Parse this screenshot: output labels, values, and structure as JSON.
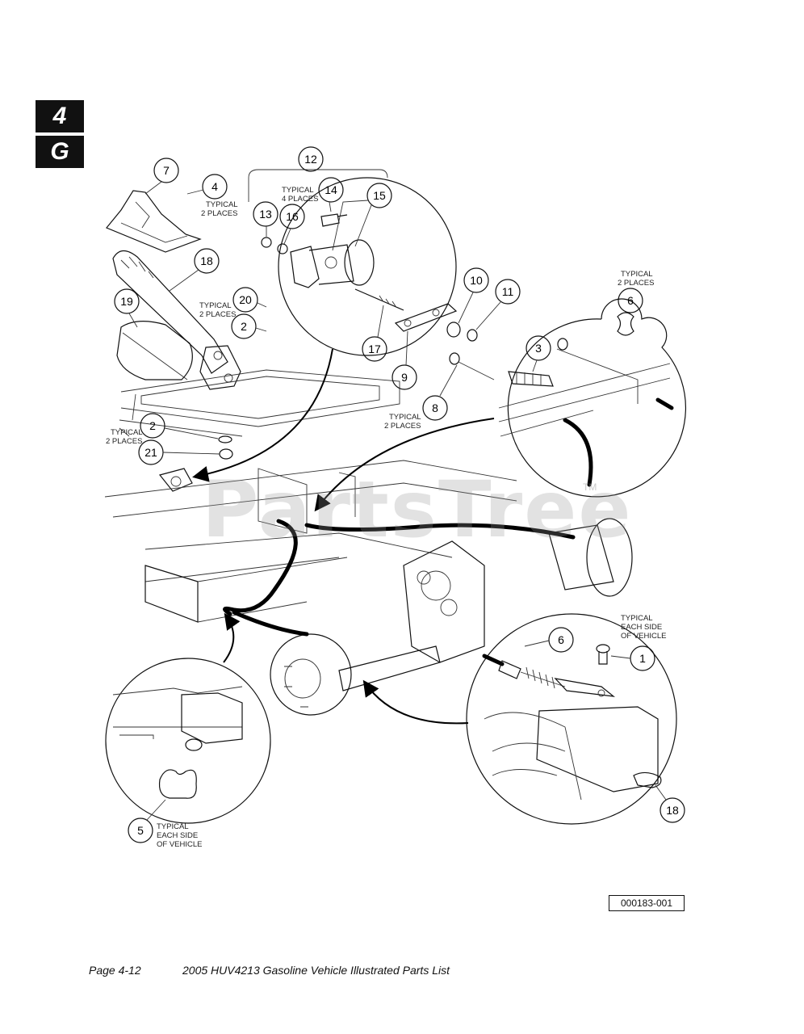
{
  "section_tabs": {
    "number": "4",
    "letter": "G"
  },
  "watermark": {
    "text": "PartsTree",
    "trademark": "TM"
  },
  "figure_id": "000183-001",
  "footer": {
    "page": "Page 4-12",
    "title": "2005 HUV4213 Gasoline Vehicle Illustrated Parts List"
  },
  "callouts": [
    {
      "id": "c7",
      "num": "7"
    },
    {
      "id": "c4",
      "num": "4"
    },
    {
      "id": "c12",
      "num": "12"
    },
    {
      "id": "c14",
      "num": "14"
    },
    {
      "id": "c15",
      "num": "15"
    },
    {
      "id": "c13",
      "num": "13"
    },
    {
      "id": "c16",
      "num": "16"
    },
    {
      "id": "c18a",
      "num": "18"
    },
    {
      "id": "c19",
      "num": "19"
    },
    {
      "id": "c20",
      "num": "20"
    },
    {
      "id": "c2a",
      "num": "2"
    },
    {
      "id": "c17",
      "num": "17"
    },
    {
      "id": "c9",
      "num": "9"
    },
    {
      "id": "c10",
      "num": "10"
    },
    {
      "id": "c11",
      "num": "11"
    },
    {
      "id": "c6a",
      "num": "6"
    },
    {
      "id": "c3",
      "num": "3"
    },
    {
      "id": "c8",
      "num": "8"
    },
    {
      "id": "c2b",
      "num": "2"
    },
    {
      "id": "c21",
      "num": "21"
    },
    {
      "id": "c6b",
      "num": "6"
    },
    {
      "id": "c1",
      "num": "1"
    },
    {
      "id": "c5",
      "num": "5"
    },
    {
      "id": "c18b",
      "num": "18"
    }
  ],
  "notes": {
    "n4": [
      "TYPICAL",
      "2 PLACES"
    ],
    "n12": [
      "TYPICAL",
      "4 PLACES"
    ],
    "n20": [
      "TYPICAL",
      "2 PLACES"
    ],
    "n6a": [
      "TYPICAL",
      "2 PLACES"
    ],
    "n8": [
      "TYPICAL",
      "2 PLACES"
    ],
    "n2b": [
      "TYPICAL",
      "2 PLACES"
    ],
    "n6b": [
      "TYPICAL",
      "EACH SIDE",
      "OF VEHICLE"
    ],
    "n5": [
      "TYPICAL",
      "EACH SIDE",
      "OF VEHICLE"
    ]
  }
}
